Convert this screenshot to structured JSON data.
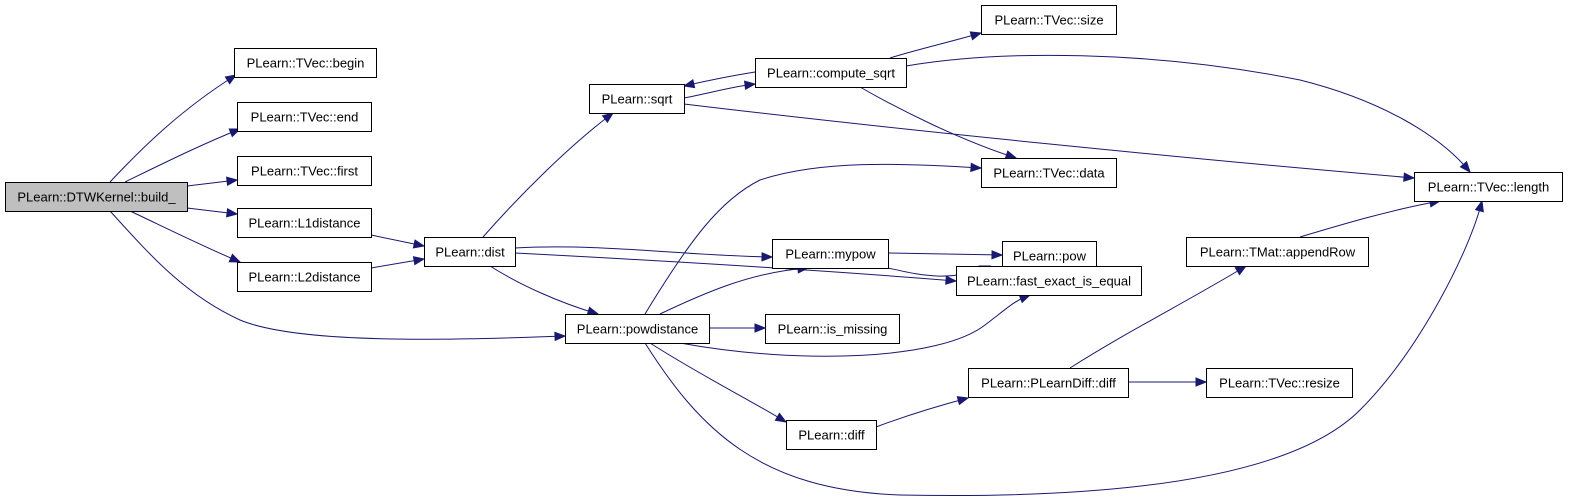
{
  "graph": {
    "edge_color": "#191970",
    "root_fill": "#bfbfbf",
    "nodes": [
      {
        "id": "build",
        "label": "PLearn::DTWKernel::build_"
      },
      {
        "id": "begin",
        "label": "PLearn::TVec::begin"
      },
      {
        "id": "end",
        "label": "PLearn::TVec::end"
      },
      {
        "id": "first",
        "label": "PLearn::TVec::first"
      },
      {
        "id": "l1",
        "label": "PLearn::L1distance"
      },
      {
        "id": "l2",
        "label": "PLearn::L2distance"
      },
      {
        "id": "dist",
        "label": "PLearn::dist"
      },
      {
        "id": "sqrt",
        "label": "PLearn::sqrt"
      },
      {
        "id": "csqrt",
        "label": "PLearn::compute_sqrt"
      },
      {
        "id": "size",
        "label": "PLearn::TVec::size"
      },
      {
        "id": "data",
        "label": "PLearn::TVec::data"
      },
      {
        "id": "length",
        "label": "PLearn::TVec::length"
      },
      {
        "id": "mypow",
        "label": "PLearn::mypow"
      },
      {
        "id": "pow",
        "label": "PLearn::pow"
      },
      {
        "id": "fei",
        "label": "PLearn::fast_exact_is_equal"
      },
      {
        "id": "powd",
        "label": "PLearn::powdistance"
      },
      {
        "id": "ismiss",
        "label": "PLearn::is_missing"
      },
      {
        "id": "diff",
        "label": "PLearn::diff"
      },
      {
        "id": "pldiff",
        "label": "PLearn::PLearnDiff::diff"
      },
      {
        "id": "append",
        "label": "PLearn::TMat::appendRow"
      },
      {
        "id": "resize",
        "label": "PLearn::TVec::resize"
      }
    ],
    "edges": [
      {
        "from": "build",
        "to": "begin"
      },
      {
        "from": "build",
        "to": "end"
      },
      {
        "from": "build",
        "to": "first"
      },
      {
        "from": "build",
        "to": "l1"
      },
      {
        "from": "build",
        "to": "l2"
      },
      {
        "from": "build",
        "to": "powd"
      },
      {
        "from": "l1",
        "to": "dist"
      },
      {
        "from": "l2",
        "to": "dist"
      },
      {
        "from": "dist",
        "to": "sqrt"
      },
      {
        "from": "dist",
        "to": "mypow"
      },
      {
        "from": "dist",
        "to": "fei"
      },
      {
        "from": "dist",
        "to": "powd"
      },
      {
        "from": "sqrt",
        "to": "csqrt"
      },
      {
        "from": "sqrt",
        "to": "length"
      },
      {
        "from": "csqrt",
        "to": "sqrt"
      },
      {
        "from": "csqrt",
        "to": "size"
      },
      {
        "from": "csqrt",
        "to": "data"
      },
      {
        "from": "csqrt",
        "to": "length"
      },
      {
        "from": "mypow",
        "to": "pow"
      },
      {
        "from": "mypow",
        "to": "fei"
      },
      {
        "from": "powd",
        "to": "data"
      },
      {
        "from": "powd",
        "to": "mypow"
      },
      {
        "from": "powd",
        "to": "ismiss"
      },
      {
        "from": "powd",
        "to": "fei"
      },
      {
        "from": "powd",
        "to": "diff"
      },
      {
        "from": "powd",
        "to": "length"
      },
      {
        "from": "diff",
        "to": "pldiff"
      },
      {
        "from": "pldiff",
        "to": "append"
      },
      {
        "from": "pldiff",
        "to": "resize"
      },
      {
        "from": "append",
        "to": "length"
      }
    ]
  }
}
